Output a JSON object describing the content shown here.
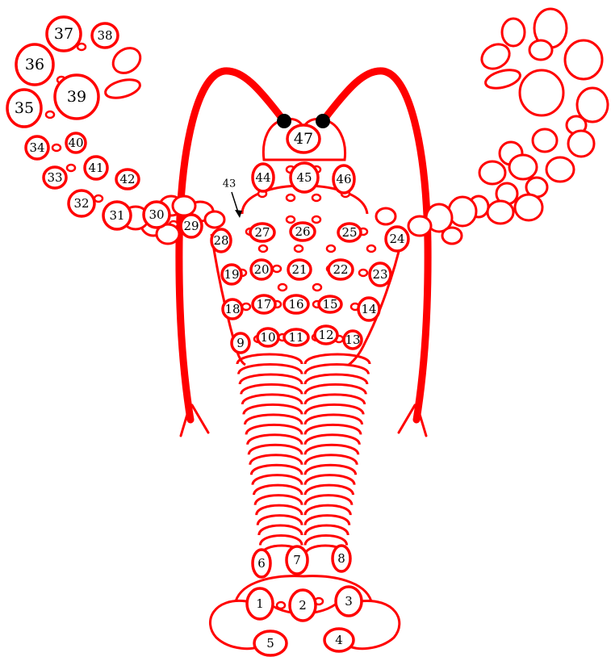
{
  "diagram": {
    "stroke_color": "#ff0000",
    "fill_color": "#ffffff",
    "eye_color": "#000000",
    "pointer_label": "43",
    "nodes": [
      {
        "id": "1",
        "label": "1"
      },
      {
        "id": "2",
        "label": "2"
      },
      {
        "id": "3",
        "label": "3"
      },
      {
        "id": "4",
        "label": "4"
      },
      {
        "id": "5",
        "label": "5"
      },
      {
        "id": "6",
        "label": "6"
      },
      {
        "id": "7",
        "label": "7"
      },
      {
        "id": "8",
        "label": "8"
      },
      {
        "id": "9",
        "label": "9"
      },
      {
        "id": "10",
        "label": "10"
      },
      {
        "id": "11",
        "label": "11"
      },
      {
        "id": "12",
        "label": "12"
      },
      {
        "id": "13",
        "label": "13"
      },
      {
        "id": "14",
        "label": "14"
      },
      {
        "id": "15",
        "label": "15"
      },
      {
        "id": "16",
        "label": "16"
      },
      {
        "id": "17",
        "label": "17"
      },
      {
        "id": "18",
        "label": "18"
      },
      {
        "id": "19",
        "label": "19"
      },
      {
        "id": "20",
        "label": "20"
      },
      {
        "id": "21",
        "label": "21"
      },
      {
        "id": "22",
        "label": "22"
      },
      {
        "id": "23",
        "label": "23"
      },
      {
        "id": "24",
        "label": "24"
      },
      {
        "id": "25",
        "label": "25"
      },
      {
        "id": "26",
        "label": "26"
      },
      {
        "id": "27",
        "label": "27"
      },
      {
        "id": "28",
        "label": "28"
      },
      {
        "id": "29",
        "label": "29"
      },
      {
        "id": "30",
        "label": "30"
      },
      {
        "id": "31",
        "label": "31"
      },
      {
        "id": "32",
        "label": "32"
      },
      {
        "id": "33",
        "label": "33"
      },
      {
        "id": "34",
        "label": "34"
      },
      {
        "id": "35",
        "label": "35"
      },
      {
        "id": "36",
        "label": "36"
      },
      {
        "id": "37",
        "label": "37"
      },
      {
        "id": "38",
        "label": "38"
      },
      {
        "id": "39",
        "label": "39"
      },
      {
        "id": "40",
        "label": "40"
      },
      {
        "id": "41",
        "label": "41"
      },
      {
        "id": "42",
        "label": "42"
      },
      {
        "id": "44",
        "label": "44"
      },
      {
        "id": "45",
        "label": "45"
      },
      {
        "id": "46",
        "label": "46"
      },
      {
        "id": "47",
        "label": "47"
      }
    ]
  }
}
